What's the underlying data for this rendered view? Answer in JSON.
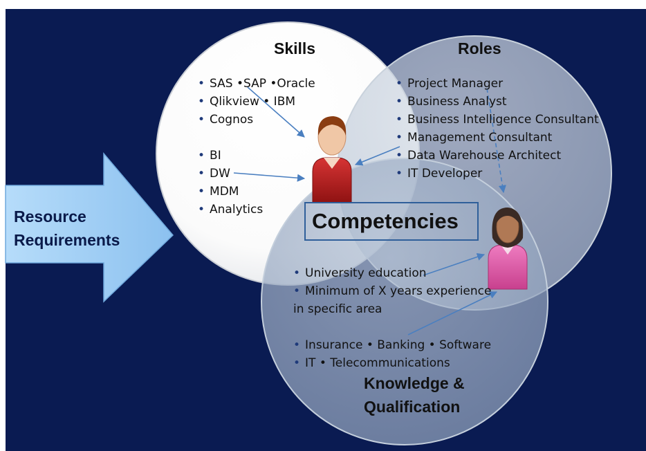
{
  "side_label": {
    "line1": "Resource",
    "line2": "Requirements"
  },
  "skills": {
    "title": "Skills",
    "items": [
      "SAS •SAP •Oracle",
      "Qlikview • IBM",
      "Cognos",
      "BI",
      "DW",
      "MDM",
      "Analytics"
    ]
  },
  "roles": {
    "title": "Roles",
    "items": [
      "Project Manager",
      "Business Analyst",
      "Business Intelligence Consultant",
      "Management Consultant",
      "Data Warehouse Architect",
      "IT Developer"
    ]
  },
  "knowledge": {
    "title_line1": "Knowledge &",
    "title_line2": "Qualification",
    "education": [
      "University education",
      "Minimum of X years experience"
    ],
    "education_cont": "in specific area",
    "industries": [
      "Insurance • Banking • Software",
      "IT • Telecommunications"
    ]
  },
  "center": {
    "label": "Competencies"
  },
  "colors": {
    "background": "#0a1b52",
    "arrow": "#a8d2f5",
    "connector": "#4a7fc0",
    "male_shirt": "#b81d1d",
    "female_shirt": "#e05aa6"
  },
  "icons": [
    "right-arrow-shape",
    "male-person-icon",
    "female-person-icon"
  ]
}
